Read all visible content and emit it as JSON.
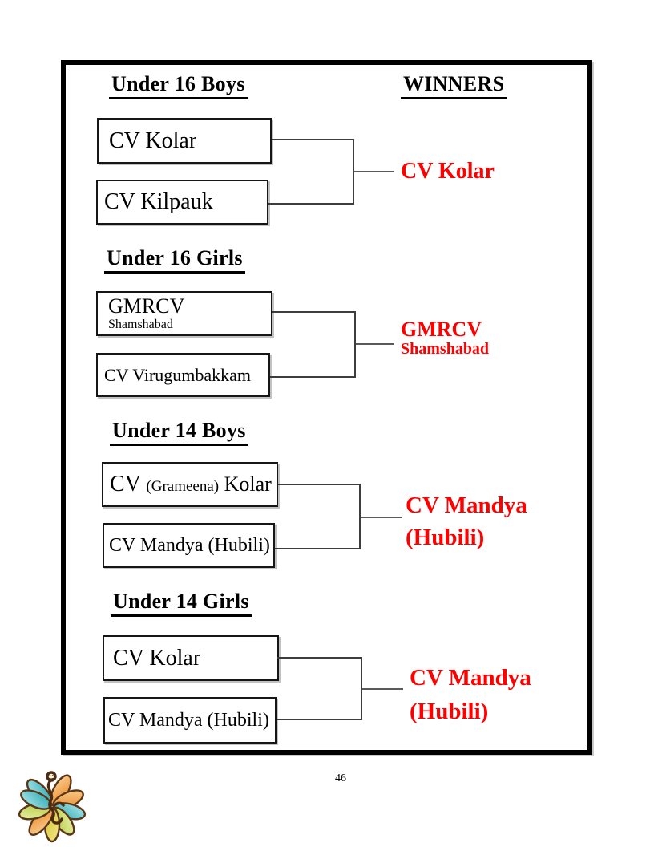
{
  "document": {
    "winners_header": "WINNERS",
    "page_number": "46"
  },
  "colors": {
    "winner_red": "#fe0000",
    "frame_black": "#000000",
    "bracket_line_gray": "#3d3d3d"
  },
  "sections": [
    {
      "title": "Under 16 Boys",
      "team1": {
        "line1": "CV Kolar",
        "line2": ""
      },
      "team2": "CV Kilpauk",
      "winner": {
        "line1": "CV Kolar",
        "line2": ""
      }
    },
    {
      "title": "Under 16 Girls",
      "team1": {
        "line1": "GMRCV",
        "line2": "Shamshabad"
      },
      "team2": "CV Virugumbakkam",
      "winner": {
        "line1": "GMRCV",
        "line2": "Shamshabad"
      }
    },
    {
      "title": "Under 14 Boys",
      "team1_parts": {
        "a": "CV ",
        "b": "(Grameena)",
        "c": " Kolar"
      },
      "team2": "CV Mandya (Hubili)",
      "winner": {
        "line1": "CV Mandya",
        "line2": "(Hubili)"
      }
    },
    {
      "title": "Under 14 Girls",
      "team1": {
        "line1": "CV Kolar",
        "line2": ""
      },
      "team2": "CV Mandya (Hubili)",
      "winner": {
        "line1": "CV Mandya",
        "line2": "(Hubili)"
      }
    }
  ],
  "logo": {
    "name": "lotus-om-logo"
  }
}
